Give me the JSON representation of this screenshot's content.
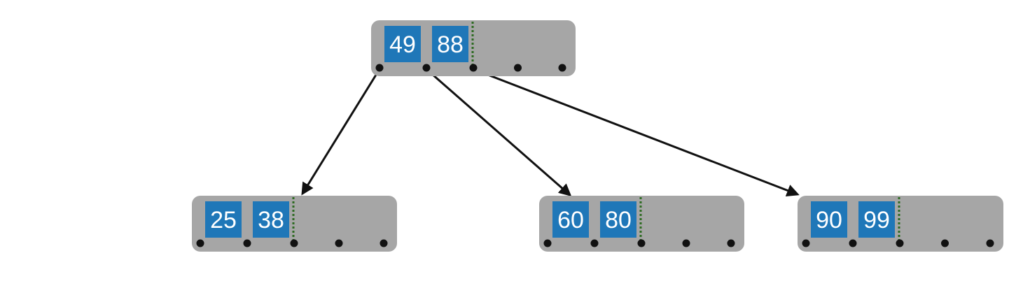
{
  "colors": {
    "node_fill": "#a6a6a6",
    "key_fill": "#1f77b8",
    "key_text": "#ffffff",
    "separator": "#2e6b22",
    "pointer": "#111111",
    "edge": "#111111"
  },
  "tree": {
    "root": {
      "id": "root",
      "keys": [
        "49",
        "88"
      ],
      "pointer_count": 5
    },
    "children": [
      {
        "id": "child-1",
        "keys": [
          "25",
          "38"
        ],
        "pointer_count": 5
      },
      {
        "id": "child-2",
        "keys": [
          "60",
          "80"
        ],
        "pointer_count": 5
      },
      {
        "id": "child-3",
        "keys": [
          "90",
          "99"
        ],
        "pointer_count": 5
      }
    ],
    "edges": [
      {
        "from": "root",
        "pointer_index": 0,
        "to": "child-1"
      },
      {
        "from": "root",
        "pointer_index": 1,
        "to": "child-2"
      },
      {
        "from": "root",
        "pointer_index": 2,
        "to": "child-3"
      }
    ]
  }
}
